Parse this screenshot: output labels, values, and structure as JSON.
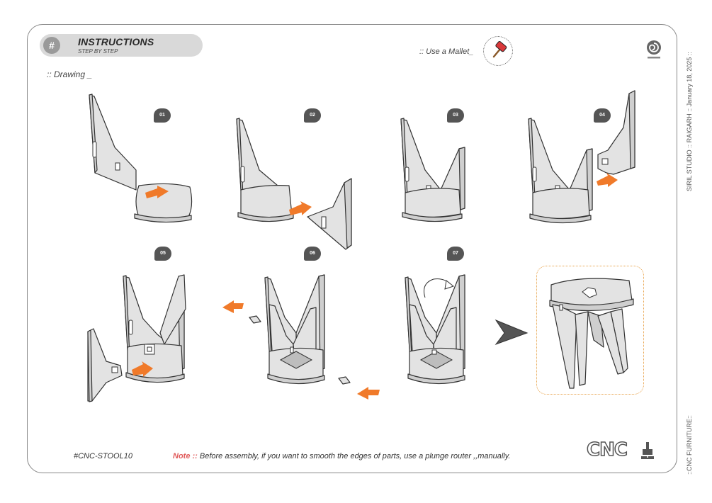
{
  "header": {
    "badge": "#",
    "title": "INSTRUCTIONS",
    "subtitle": "STEP BY STEP"
  },
  "section_label": ":: Drawing _",
  "tool_hint": {
    "label": ":: Use a Mallet_",
    "icon": "mallet-icon"
  },
  "side_text_top": "SIRIL STUDIO  ::  RAIGARH :: January 18, 2025 ::",
  "side_text_bottom": "::CNC FURNITURE::",
  "steps": [
    "01",
    "02",
    "03",
    "04",
    "05",
    "06",
    "07"
  ],
  "footer": {
    "product_code": "#CNC-STOOL10",
    "note_prefix": "Note ::",
    "note_text": " Before assembly, if you want to smooth the edges of parts, use a plunge router ,,manually."
  },
  "brand_logo": "CNC",
  "colors": {
    "accent": "#f07a2a",
    "part_fill": "#e3e3e3",
    "stroke": "#333333",
    "badge": "#555555",
    "note": "#e05a5a"
  }
}
